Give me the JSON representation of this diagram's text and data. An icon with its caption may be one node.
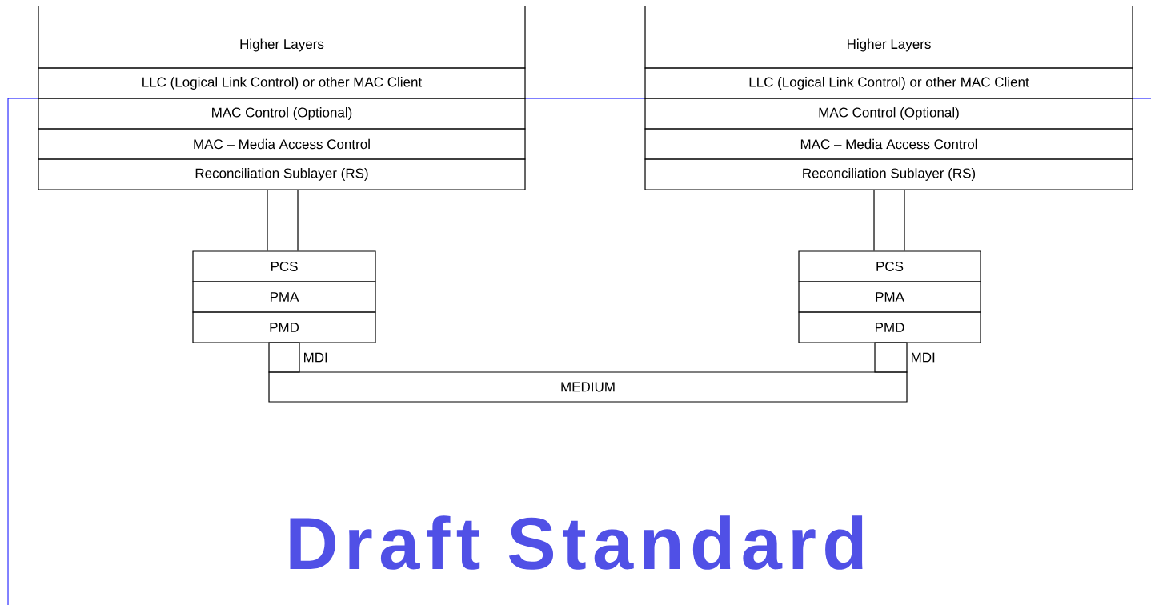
{
  "diagram": {
    "nodes": [
      {
        "text": [
          "Higher Layers"
        ]
      },
      {
        "text": [
          "LLC (Logical Link Control) or other MAC Client"
        ]
      },
      {
        "text": [
          "MAC Control (Optional)"
        ]
      },
      {
        "text": [
          "MAC – Media Access Control"
        ]
      },
      {
        "text": [
          "Reconciliation Sublayer (RS)"
        ]
      },
      {
        "text": [
          "Higher Layers"
        ]
      },
      {
        "text": [
          "LLC (Logical Link Control) or other MAC Client"
        ]
      },
      {
        "text": [
          "MAC Control (Optional)"
        ]
      },
      {
        "text": [
          "MAC – Media Access Control"
        ]
      },
      {
        "text": [
          "Reconciliation Sublayer (RS)"
        ]
      },
      {
        "text": [
          "PCS"
        ]
      },
      {
        "text": [
          "PMA"
        ]
      },
      {
        "text": [
          "PMD"
        ]
      },
      {
        "text": [
          "PCS"
        ]
      },
      {
        "text": [
          "PMA"
        ]
      },
      {
        "text": [
          "PMD"
        ]
      },
      {
        "text": [
          "MEDIUM"
        ]
      },
      {
        "text": [],
        "shape": "box",
        "beside": [
          "MDI"
        ]
      },
      {
        "text": [],
        "shape": "box",
        "beside": [
          "MDI"
        ]
      }
    ],
    "edges": [
      {
        "from": 4,
        "to": 10,
        "arrow": "none"
      },
      {
        "from": 9,
        "to": 13,
        "arrow": "none"
      }
    ],
    "labels": [
      "Draft Standard"
    ]
  }
}
